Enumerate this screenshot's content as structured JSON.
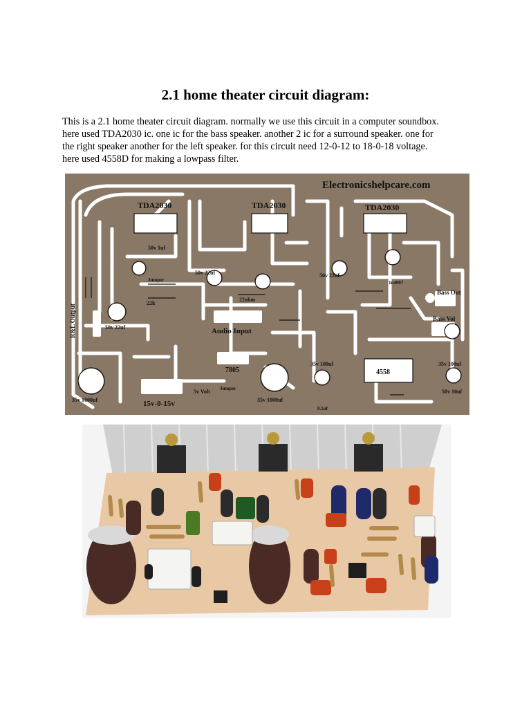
{
  "document": {
    "title": "2.1 home theater circuit diagram:",
    "paragraph_lines": [
      "This is a 2.1 home theater circuit diagram. normally we use this circuit in a computer soundbox.",
      "here used TDA2030 ic. one ic for the bass speaker. another 2 ic for a surround speaker. one for",
      "the right speaker another for the left speaker. for this circuit need 12-0-12 to 18-0-18 voltage.",
      "here used 4558D for making a lowpass filter."
    ]
  },
  "pcb": {
    "watermark": "Electronicshelpcare.com",
    "ic_labels": [
      "TDA2030",
      "TDA2030",
      "TDA2030"
    ],
    "labels": {
      "audio_input": "Audio Input",
      "bass_out": "Bass Out",
      "bass_vol": "Bass Vol",
      "regulator": "7805",
      "supply": "15v-0-15v",
      "opamp": "4558",
      "led_volt": "5v Volt",
      "r22_output": "R&L Output",
      "cap_left": "35v 1000uf",
      "cap_mid": "35v 1000uf",
      "cap_50v_1uf": "50v 1uf",
      "cap_50v_22uf_a": "50v 22uf",
      "cap_50v_22uf_b": "50v 22uf",
      "cap_50v_22uf_c": "50v 22uf",
      "cap_50v_10uf": "50v 10uf",
      "cap_35v_100uf_a": "35v 100uf",
      "cap_35v_100uf_b": "35v 100uf",
      "res_22k": "22k",
      "res_22ohm": "22ohm",
      "jumper_1": "Jumper",
      "jumper_2": "Jumper",
      "cap_0_1uf": "0.1uf",
      "diode": "1n4007"
    }
  },
  "colors": {
    "pcb_board": "#8a7866",
    "pcb_trace": "#ffffff",
    "photo_bg": "#f4f4f4",
    "photo_board": "#e9c9a5"
  }
}
